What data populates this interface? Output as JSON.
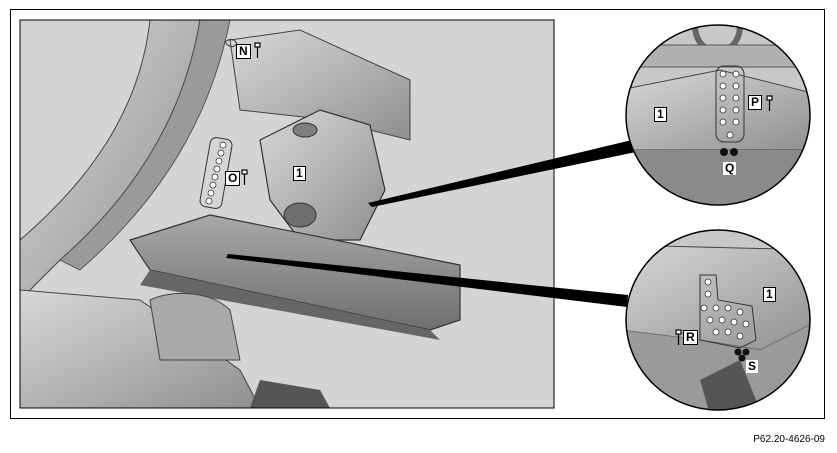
{
  "labels": {
    "n": "N",
    "o": "O",
    "p": "P",
    "q": "Q",
    "r": "R",
    "s": "S",
    "part_main": "1",
    "part_detail_top": "1",
    "part_detail_bottom": "1"
  },
  "reference_number": "P62.20-4626-09",
  "colors": {
    "background_panel": "#d4d4d4",
    "part_metal": "#b9b9b9",
    "part_dark": "#8c8c8c",
    "detail_bg": "#c8c8c8",
    "line": "#000000"
  }
}
